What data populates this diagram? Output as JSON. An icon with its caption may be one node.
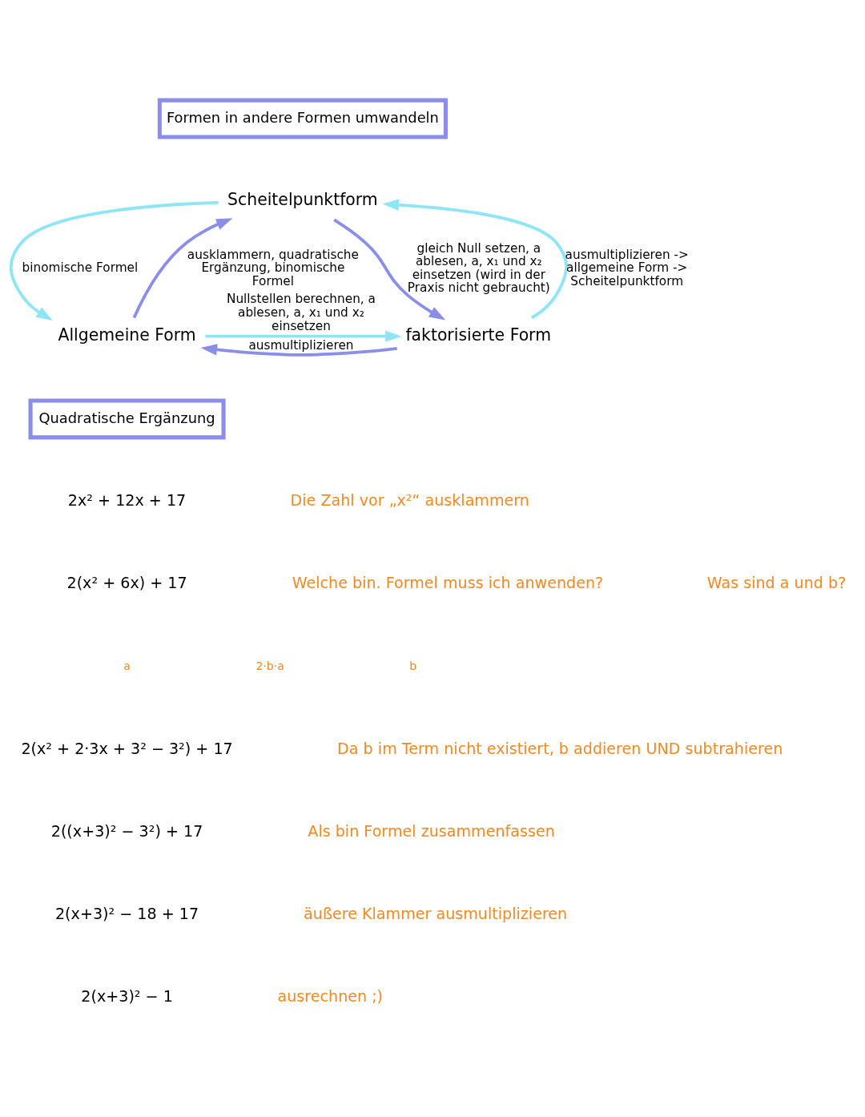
{
  "diagram": {
    "nodes": [
      {
        "text": [
          "Formen in andere Formen umwandeln"
        ]
      },
      {
        "text": [
          "Scheitelpunktform"
        ]
      },
      {
        "text": [
          "Allgemeine Form"
        ]
      },
      {
        "text": [
          "faktorisierte Form"
        ]
      },
      {
        "text": [
          "Quadratische Ergänzung"
        ]
      }
    ],
    "edges": [
      {
        "from": 1,
        "to": 2,
        "arrow": "to",
        "label": "binomische Formel",
        "color": "#8ee6f5"
      },
      {
        "from": 2,
        "to": 1,
        "arrow": "to",
        "label": "ausklammern, quadratische Ergänzung, binomische Formel",
        "color": "#8b8ee8"
      },
      {
        "from": 1,
        "to": 3,
        "arrow": "to",
        "label": "gleich Null setzen, a ablesen, a, x₁ und x₂ einsetzen (wird in der Praxis nicht gebraucht)",
        "color": "#8b8ee8"
      },
      {
        "from": 3,
        "to": 1,
        "arrow": "to",
        "label": "ausmultiplizieren -> allgemeine Form -> Scheitelpunktform",
        "color": "#8ee6f5"
      },
      {
        "from": 3,
        "to": 2,
        "arrow": "to",
        "label": "ausmultiplizieren",
        "color": "#8b8ee8"
      },
      {
        "from": 2,
        "to": 3,
        "arrow": "to",
        "label": "Nullstellen berechnen, a ablesen, a, x₁ und x₂ einsetzen",
        "color": "#8ee6f5"
      }
    ],
    "labels": [
      "2x² + 12x + 17",
      "Die Zahl vor „x²“ ausklammern",
      "2(x² + 6x) + 17",
      "Welche bin. Formel muss ich anwenden?",
      "Was sind a und b?",
      "a",
      "2·b·a",
      "b",
      "2(x² + 2·3x + 3² − 3²) + 17",
      "Da b im Term nicht existiert, b addieren UND subtrahieren",
      "2((x+3)² − 3²) + 17",
      "Als bin Formel zusammenfassen",
      "2(x+3)² − 18 + 17",
      "äußere Klammer ausmultiplizieren",
      "2(x+3)² − 1",
      "ausrechnen ;)"
    ]
  }
}
